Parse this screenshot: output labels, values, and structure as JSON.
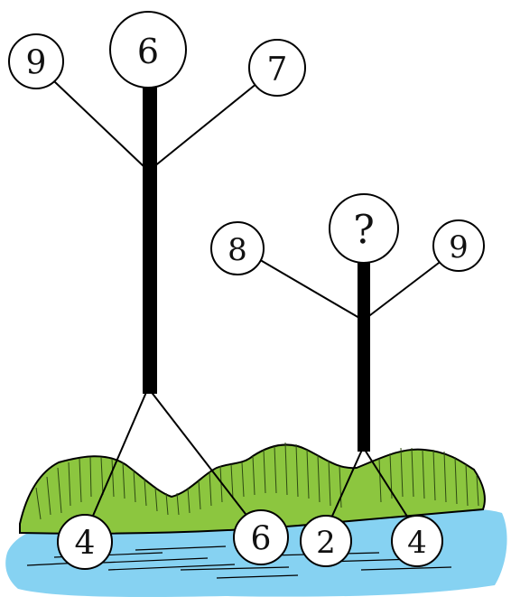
{
  "colors": {
    "water": "#86d2f2",
    "grass": "#8cc63f",
    "ink": "#000000",
    "background": "#ffffff"
  },
  "tree_left": {
    "top": "6",
    "branch_left": "9",
    "branch_right": "7",
    "root_left": "4",
    "root_right": "6"
  },
  "tree_right": {
    "top": "?",
    "branch_left": "8",
    "branch_right": "9",
    "root_left": "2",
    "root_right": "4"
  }
}
